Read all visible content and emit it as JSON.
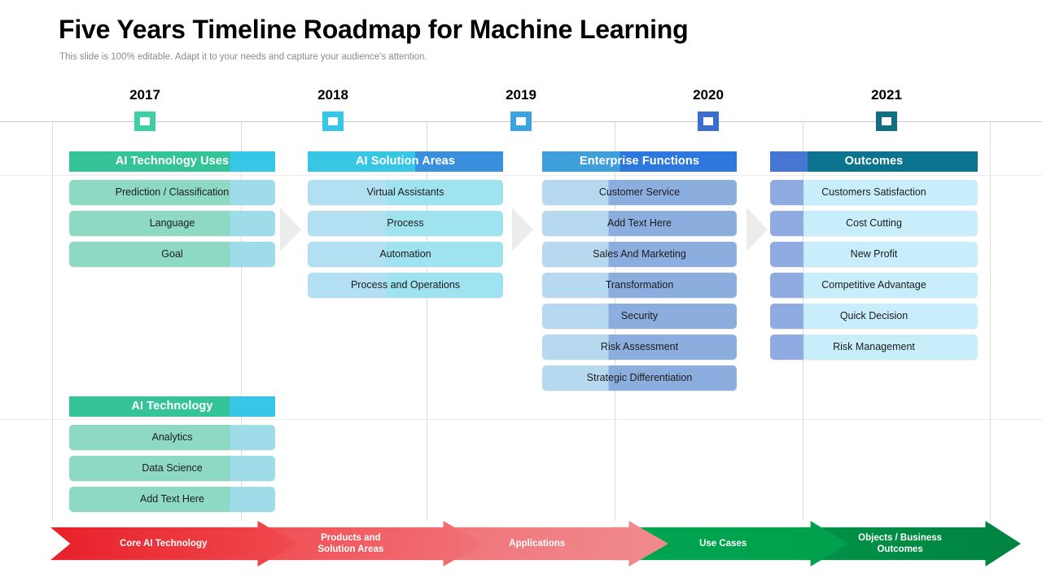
{
  "slide": {
    "title": "Five Years Timeline Roadmap for Machine Learning",
    "subtitle": "This slide is 100% editable. Adapt it to your needs and capture your audience's attention."
  },
  "timeline": {
    "marker_icon": "square-outline-marker",
    "years": [
      {
        "label": "2017",
        "color": "#3ecfa4"
      },
      {
        "label": "2018",
        "color": "#35c6e8"
      },
      {
        "label": "2019",
        "color": "#3ba3e0"
      },
      {
        "label": "2020",
        "color": "#3a6fd0"
      },
      {
        "label": "2021",
        "color": "#11707f"
      }
    ]
  },
  "columns": [
    {
      "id": "ai-technology-uses",
      "header": "AI Technology Uses",
      "header_left_color": "#35c49a",
      "header_right_color": "#35c6e8",
      "header_split": 78,
      "item_left_color": "#8ed9c4",
      "item_right_color": "#9fdcea",
      "item_split": 78,
      "items": [
        "Prediction / Classification",
        "Language",
        "Goal"
      ]
    },
    {
      "id": "ai-solution-areas",
      "header": "AI Solution Areas",
      "header_left_color": "#37c6e4",
      "header_right_color": "#3a8fdc",
      "header_split": 55,
      "item_left_color": "#b3dff2",
      "item_right_color": "#9fe3f0",
      "item_split": 40,
      "items": [
        "Virtual Assistants",
        "Process",
        "Automation",
        "Process and Operations"
      ]
    },
    {
      "id": "enterprise-functions",
      "header": "Enterprise Functions",
      "header_left_color": "#3e9fdb",
      "header_right_color": "#2e77dc",
      "header_split": 40,
      "item_left_color": "#b6d9f0",
      "item_right_color": "#8caede",
      "item_split": 34,
      "items": [
        "Customer Service",
        "Add Text Here",
        "Sales And Marketing",
        "Transformation",
        "Security",
        "Risk Assessment",
        "Strategic Differentiation"
      ]
    },
    {
      "id": "outcomes",
      "header": "Outcomes",
      "header_left_color": "#4777d4",
      "header_right_color": "#0d7490",
      "header_split": 18,
      "item_left_color": "#8fabe2",
      "item_right_color": "#c9eefb",
      "item_split": 16,
      "items": [
        "Customers Satisfaction",
        "Cost Cutting",
        "New Profit",
        "Competitive Advantage",
        "Quick Decision",
        "Risk Management"
      ]
    }
  ],
  "lower_block": {
    "id": "ai-technology",
    "header": "AI Technology",
    "header_left_color": "#35c49a",
    "header_right_color": "#35c6e8",
    "header_split": 78,
    "item_left_color": "#8ed9c4",
    "item_right_color": "#9fdcea",
    "item_split": 78,
    "items": [
      "Analytics",
      "Data Science",
      "Add Text Here"
    ]
  },
  "flow": {
    "steps": [
      {
        "label": "Core AI Technology",
        "from_color": "#e8202a",
        "to_color": "#ef4a4f"
      },
      {
        "label": "Products and\nSolution Areas",
        "from_color": "#ef4a4f",
        "to_color": "#f07277"
      },
      {
        "label": "Applications",
        "from_color": "#f07277",
        "to_color": "#f08b8f"
      },
      {
        "label": "Use Cases",
        "from_color": "#00a651",
        "to_color": "#00a04c"
      },
      {
        "label": "Objects / Business\nOutcomes",
        "from_color": "#009247",
        "to_color": "#00833f"
      }
    ]
  }
}
